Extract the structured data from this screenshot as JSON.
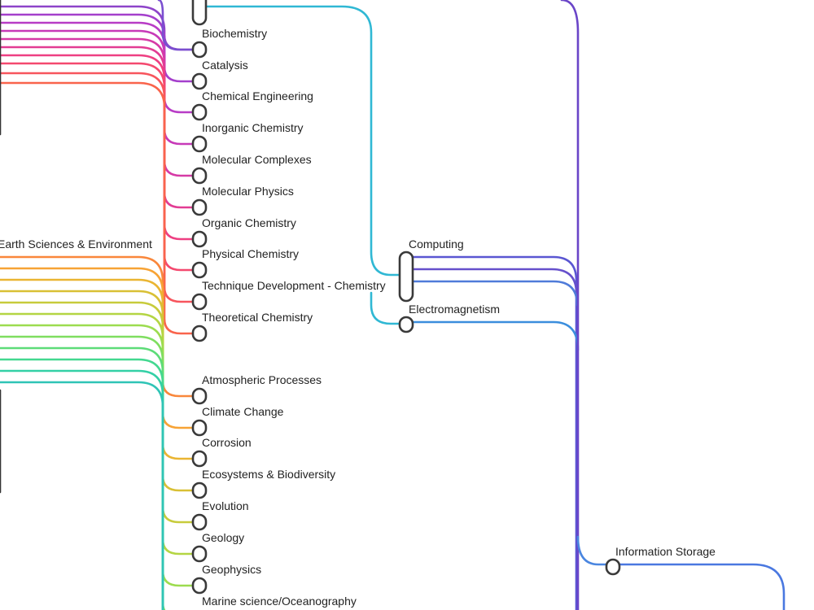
{
  "diagram": {
    "chemistry_topics": [
      {
        "label": "Biochemistry",
        "color": "#8e44c9"
      },
      {
        "label": "Catalysis",
        "color": "#a43fcc"
      },
      {
        "label": "Chemical Engineering",
        "color": "#b83cc6"
      },
      {
        "label": "Inorganic Chemistry",
        "color": "#c73ab8"
      },
      {
        "label": "Molecular Complexes",
        "color": "#d63aa6"
      },
      {
        "label": "Molecular Physics",
        "color": "#e23c93"
      },
      {
        "label": "Organic Chemistry",
        "color": "#ee3f82"
      },
      {
        "label": "Physical Chemistry",
        "color": "#f4496f"
      },
      {
        "label": "Technique Development - Chemistry",
        "color": "#f7555d"
      },
      {
        "label": "Theoretical Chemistry",
        "color": "#f9644c"
      }
    ],
    "earth_group": {
      "label": "Earth Sciences & Environment"
    },
    "earth_topics": [
      {
        "label": "Atmospheric Processes",
        "color": "#f9873b"
      },
      {
        "label": "Climate Change",
        "color": "#f7a335"
      },
      {
        "label": "Corrosion",
        "color": "#eab532"
      },
      {
        "label": "Ecosystems & Biodiversity",
        "color": "#d9c035"
      },
      {
        "label": "Evolution",
        "color": "#c7cb3b"
      },
      {
        "label": "Geology",
        "color": "#b4d543"
      },
      {
        "label": "Geophysics",
        "color": "#9cdc4f"
      },
      {
        "label": "Marine science/Oceanography",
        "color": "#7fde60"
      }
    ],
    "earth_extra_line_colors": [
      "#5ddc78",
      "#43d890",
      "#33d0a6",
      "#2fc4b6"
    ],
    "physics_topics": [
      {
        "label": "Computing",
        "color": "#5a56d2"
      },
      {
        "label": "Electromagnetism",
        "color": "#3b8edd"
      }
    ],
    "info_topics": [
      {
        "label": "Information Storage",
        "color": "#4a78e0"
      }
    ],
    "top_teal_color": "#30b8d4",
    "spine_color": "#6a45c8"
  }
}
